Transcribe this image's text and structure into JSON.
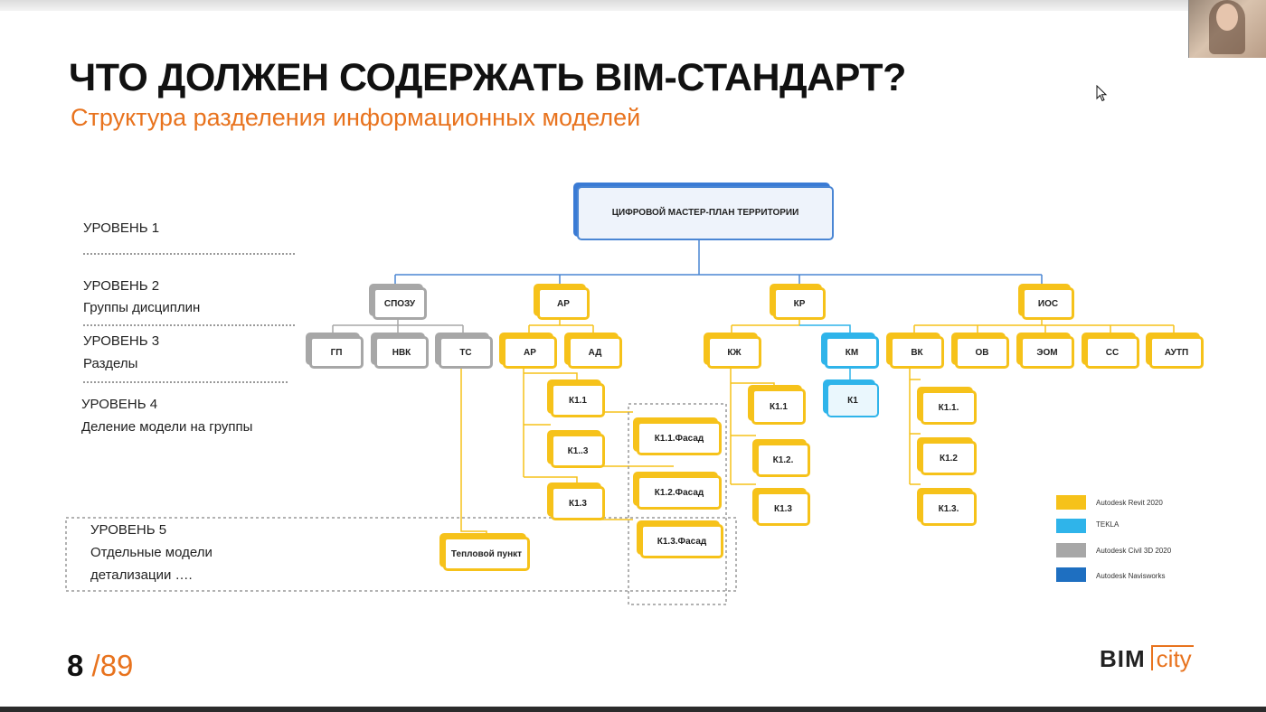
{
  "title": "ЧТО ДОЛЖЕН СОДЕРЖАТЬ BIM-СТАНДАРТ?",
  "subtitle": "Структура разделения информационных моделей",
  "levels": [
    {
      "name": "УРОВЕНЬ 1",
      "desc": ""
    },
    {
      "name": "УРОВЕНЬ 2",
      "desc": "Группы дисциплин"
    },
    {
      "name": "УРОВЕНЬ 3",
      "desc": "Разделы"
    },
    {
      "name": "УРОВЕНЬ 4",
      "desc": "Деление модели на группы"
    },
    {
      "name": "УРОВЕНЬ 5",
      "desc": "Отдельные модели",
      "desc2": "детализации …."
    }
  ],
  "nodes": {
    "master": "ЦИФРОВОЙ МАСТЕР-ПЛАН ТЕРРИТОРИИ",
    "spozu": "СПОЗУ",
    "ar_group": "АР",
    "kr": "КР",
    "ios": "ИОС",
    "gp": "ГП",
    "nvk": "НВК",
    "ts": "ТС",
    "ar": "АР",
    "ad": "АД",
    "kzh": "КЖ",
    "km": "КМ",
    "vk": "ВК",
    "ov": "ОВ",
    "eom": "ЭОМ",
    "ss": "СС",
    "autp": "АУТП",
    "ar_k11": "К1.1",
    "ar_k13a": "К1..3",
    "ar_k13b": "К1.3",
    "facade1": "К1.1.Фасад",
    "facade2": "К1.2.Фасад",
    "facade3": "К1.3.Фасад",
    "kzh_k11": "К1.1",
    "kzh_k12": "К1.2.",
    "kzh_k13": "К1.3",
    "km_k1": "К1",
    "vk_k11": "К1.1.",
    "vk_k12": "К1.2",
    "vk_k13": "К1.3.",
    "heat": "Тепловой пункт"
  },
  "legend": [
    {
      "label": "Autodesk Revit 2020",
      "color": "#f6c21a"
    },
    {
      "label": "TEKLA",
      "color": "#2fb4ea"
    },
    {
      "label": "Autodesk Civil 3D 2020",
      "color": "#a7a7a7"
    },
    {
      "label": "Autodesk Navisworks",
      "color": "#1e6fc1"
    }
  ],
  "pager": {
    "current": "8",
    "total": "/89"
  },
  "logo": {
    "left": "BIM",
    "right": "city"
  }
}
